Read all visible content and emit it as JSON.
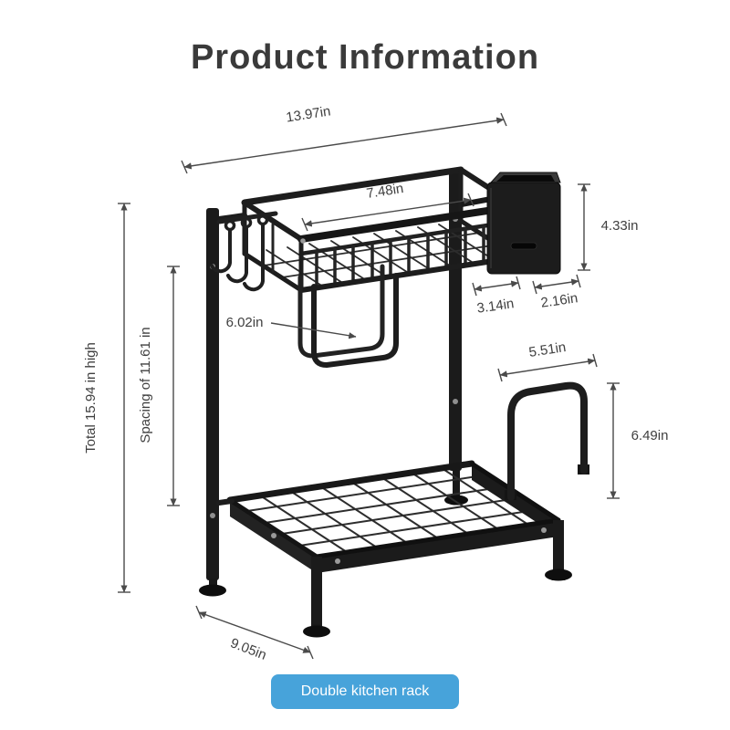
{
  "header": {
    "title": "Product Information"
  },
  "dimensions": {
    "overall_width": "13.97in",
    "top_basket_width": "7.48in",
    "holder_height": "4.33in",
    "holder_depth": "3.14in",
    "holder_width": "2.16in",
    "board_holder_width": "6.02in",
    "side_rail_width": "5.51in",
    "side_rail_height": "6.49in",
    "total_height": "Total 15.94 in high",
    "tier_spacing": "Spacing of 11.61 in",
    "base_depth": "9.05in"
  },
  "footer": {
    "badge_label": "Double kitchen rack"
  },
  "colors": {
    "badge_bg": "#47a3da",
    "frame": "#1d1d1d",
    "dim_line": "#4a4a4a"
  }
}
